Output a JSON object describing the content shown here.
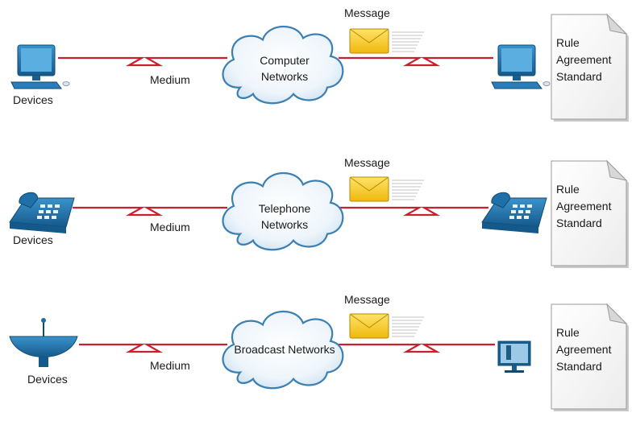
{
  "rows": [
    {
      "id": "computer",
      "devices_label": "Devices",
      "medium_label": "Medium",
      "network_label": "Computer\nNetworks",
      "message_label": "Message",
      "device_icon": "desktop-computer-icon",
      "doc_lines": [
        "Rule",
        "Agreement",
        "Standard"
      ]
    },
    {
      "id": "telephone",
      "devices_label": "Devices",
      "medium_label": "Medium",
      "network_label": "Telephone\nNetworks",
      "message_label": "Message",
      "device_icon": "telephone-icon",
      "doc_lines": [
        "Rule",
        "Agreement",
        "Standard"
      ]
    },
    {
      "id": "broadcast",
      "devices_label": "Devices",
      "medium_label": "Medium",
      "network_label": "Broadcast Networks",
      "message_label": "Message",
      "device_icon": "satellite-dish-icon",
      "device_icon_right": "tv-monitor-icon",
      "doc_lines": [
        "Rule",
        "Agreement",
        "Standard"
      ]
    }
  ],
  "colors": {
    "link": "#c8202f",
    "cloud_stroke": "#3b7fb3",
    "device_blue": "#1e6ea6",
    "envelope": "#f2c21a"
  }
}
